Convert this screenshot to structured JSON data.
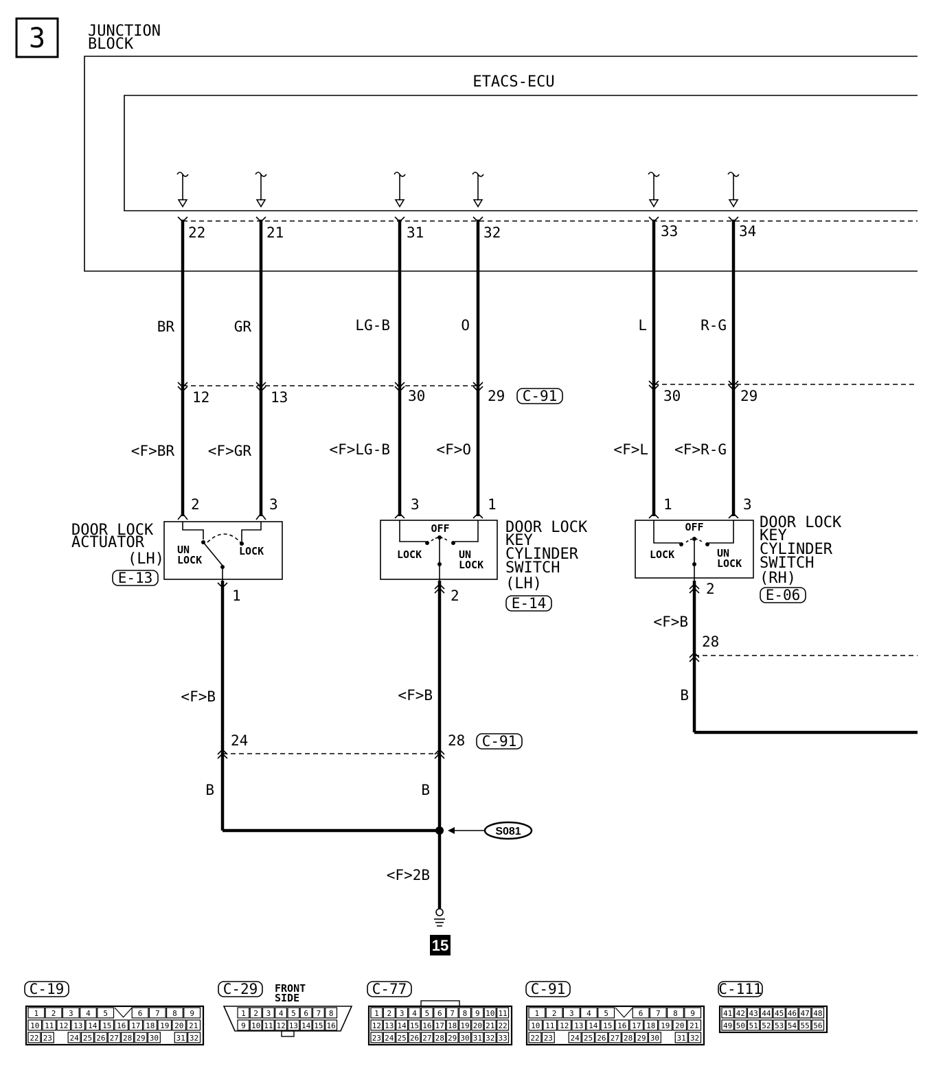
{
  "page_number": "3",
  "junction_block": {
    "line1": "JUNCTION",
    "line2": "BLOCK"
  },
  "ecu_label": "ETACS-ECU",
  "ecu_pins": [
    "22",
    "21",
    "31",
    "32",
    "33",
    "34"
  ],
  "wire_colors_upper": [
    "BR",
    "GR",
    "LG-B",
    "O",
    "L",
    "R-G"
  ],
  "c91_pins_upper": [
    "12",
    "13",
    "30",
    "29",
    "30",
    "29"
  ],
  "c91_ref": "C-91",
  "wire_colors_lower": [
    "<F>BR",
    "<F>GR",
    "<F>LG-B",
    "<F>O",
    "<F>L",
    "<F>R-G"
  ],
  "component_pins": [
    "2",
    "3",
    "3",
    "1",
    "1",
    "3"
  ],
  "actuator": {
    "name_line1": "DOOR LOCK",
    "name_line2": "ACTUATOR",
    "name_line3": "(LH)",
    "ref": "E-13",
    "unlock_label1": "UN",
    "unlock_label2": "LOCK",
    "lock_label": "LOCK",
    "ground_pin": "1"
  },
  "switch_lh": {
    "name_line1": "DOOR LOCK",
    "name_line2": "KEY",
    "name_line3": "CYLINDER",
    "name_line4": "SWITCH",
    "name_line5": "(LH)",
    "ref": "E-14",
    "off_label": "OFF",
    "lock_label": "LOCK",
    "unlock_label1": "UN",
    "unlock_label2": "LOCK",
    "ground_pin": "2"
  },
  "switch_rh": {
    "name_line1": "DOOR LOCK",
    "name_line2": "KEY",
    "name_line3": "CYLINDER",
    "name_line4": "SWITCH",
    "name_line5": "(RH)",
    "ref": "E-06",
    "off_label": "OFF",
    "lock_label": "LOCK",
    "unlock_label1": "UN",
    "unlock_label2": "LOCK",
    "ground_pin": "2",
    "wire_f": "<F>B",
    "c91_pin": "28",
    "wire": "B"
  },
  "ground_section": {
    "actuator_wire_f": "<F>B",
    "switch_wire_f": "<F>B",
    "c91_pin_left": "24",
    "c91_pin_right": "28",
    "c91_ref": "C-91",
    "wire_left": "B",
    "wire_right": "B",
    "splice": "S081",
    "ground_wire": "<F>2B",
    "ground_number": "15"
  },
  "connectors": [
    {
      "ref": "C-19",
      "rows": [
        [
          "1",
          "2",
          "3",
          "4",
          "5",
          "",
          "6",
          "7",
          "8",
          "9"
        ],
        [
          "10",
          "11",
          "12",
          "13",
          "14",
          "15",
          "16",
          "17",
          "18",
          "19",
          "20",
          "21"
        ],
        [
          "22",
          "23",
          "",
          "24",
          "25",
          "26",
          "27",
          "28",
          "29",
          "30",
          "",
          "31",
          "32"
        ]
      ]
    },
    {
      "ref": "C-29",
      "note_line1": "FRONT",
      "note_line2": "SIDE",
      "rows": [
        [
          "1",
          "2",
          "3",
          "4",
          "5",
          "6",
          "7",
          "8"
        ],
        [
          "9",
          "10",
          "11",
          "12",
          "13",
          "14",
          "15",
          "16"
        ]
      ]
    },
    {
      "ref": "C-77",
      "rows": [
        [
          "1",
          "2",
          "3",
          "4",
          "5",
          "6",
          "7",
          "8",
          "9",
          "10",
          "11"
        ],
        [
          "12",
          "13",
          "14",
          "15",
          "16",
          "17",
          "18",
          "19",
          "20",
          "21",
          "22"
        ],
        [
          "23",
          "24",
          "25",
          "26",
          "27",
          "28",
          "29",
          "30",
          "31",
          "32",
          "33"
        ]
      ]
    },
    {
      "ref": "C-91",
      "rows": [
        [
          "1",
          "2",
          "3",
          "4",
          "5",
          "",
          "6",
          "7",
          "8",
          "9"
        ],
        [
          "10",
          "11",
          "12",
          "13",
          "14",
          "15",
          "16",
          "17",
          "18",
          "19",
          "20",
          "21"
        ],
        [
          "22",
          "23",
          "",
          "24",
          "25",
          "26",
          "27",
          "28",
          "29",
          "30",
          "",
          "31",
          "32"
        ]
      ]
    },
    {
      "ref": "C-111",
      "rows": [
        [
          "41",
          "42",
          "43",
          "44",
          "45",
          "46",
          "47",
          "48"
        ],
        [
          "49",
          "50",
          "51",
          "52",
          "53",
          "54",
          "55",
          "56"
        ]
      ]
    }
  ]
}
